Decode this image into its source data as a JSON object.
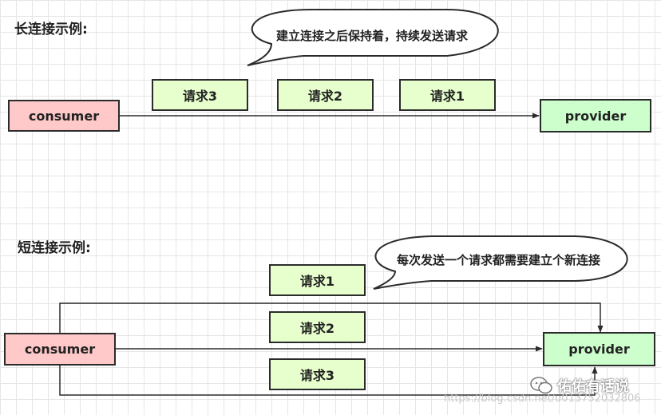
{
  "long_section": {
    "heading": "长连接示例:",
    "bubble": "建立连接之后保持着，持续发送请求",
    "consumer": "consumer",
    "provider": "provider",
    "requests": [
      "请求3",
      "请求2",
      "请求1"
    ]
  },
  "short_section": {
    "heading": "短连接示例:",
    "bubble": "每次发送一个请求都需要建立个新连接",
    "consumer": "consumer",
    "provider": "provider",
    "requests": [
      "请求1",
      "请求2",
      "请求3"
    ]
  },
  "footer": {
    "watermark": "https://blog.csdn.net/u013752032806",
    "wechat_name": "佑佑有话说"
  },
  "colors": {
    "consumer_fill": "#ffc9c9",
    "provider_fill": "#ccffcc",
    "request_fill": "#e6ffcc",
    "line": "#2b2b2b"
  }
}
